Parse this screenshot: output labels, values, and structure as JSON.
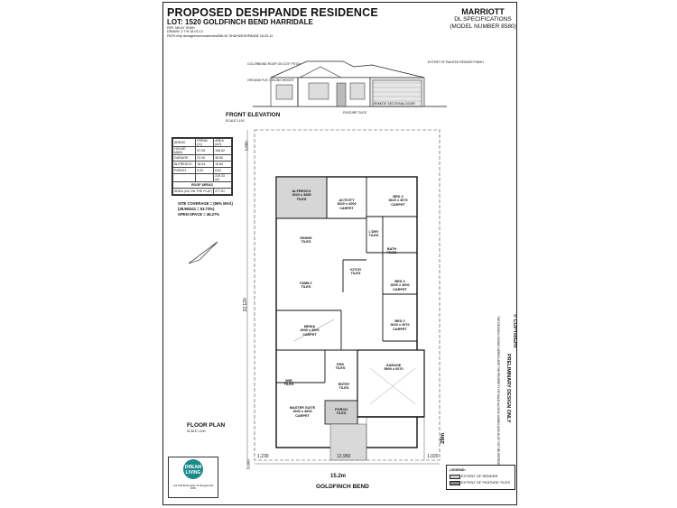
{
  "header": {
    "title": "PROPOSED DESHPANDE RESIDENCE",
    "lot": "LOT: 1520 GOLDFINCH BEND HARRIDALE",
    "ref_lines": [
      "REF: MILAY SHAH",
      "DRAWN: Z  T/H 18-03-12",
      "PATH:\\\\hip dsn\\sgnhoke\\snake\\new\\MILAY SHAH\\DESHPANDE 18-03-12"
    ]
  },
  "brand": {
    "name": "MARRIOTT",
    "spec": "DL SPECIFICATIONS",
    "model": "(MODEL NUMBER 8580)"
  },
  "elevation": {
    "title": "FRONT ELEVATION",
    "scale": "SCALE 1:100",
    "notes": [
      "COLORBOND ROOF ON 22.5° PITCH",
      "GROUND FLR: CEILING HEIGHT",
      "EXTENT OF PAINTED RENDER FINISH",
      "REMOTE SECTIONAL DOOR",
      "FEATURE TILES"
    ]
  },
  "floor_plan": {
    "title": "FLOOR PLAN",
    "scale": "SCALE 1:100",
    "rooms": [
      {
        "name": "ALFRESCO",
        "size": "4020 x 3680",
        "finish": "TILES"
      },
      {
        "name": "ACTIVITY",
        "size": "3620 x 4000",
        "finish": "CARPET"
      },
      {
        "name": "BED 4",
        "size": "3620 x 3070",
        "finish": "CARPET"
      },
      {
        "name": "DINING",
        "size": "",
        "finish": "TILES"
      },
      {
        "name": "BATH",
        "size": "",
        "finish": "TILES"
      },
      {
        "name": "L'DRY",
        "size": "",
        "finish": "TILES"
      },
      {
        "name": "KITCH",
        "size": "",
        "finish": "TILES"
      },
      {
        "name": "FAMILY",
        "size": "",
        "finish": "TILES"
      },
      {
        "name": "BED 3",
        "size": "3000 x 3000",
        "finish": "CARPET"
      },
      {
        "name": "BED 2",
        "size": "3620 x 3070",
        "finish": "CARPET"
      },
      {
        "name": "MEDIA",
        "size": "4000 x 3600",
        "finish": "CARPET"
      },
      {
        "name": "ENS",
        "size": "",
        "finish": "TILES"
      },
      {
        "name": "GARAGE",
        "size": "5900 x 6070",
        "finish": ""
      },
      {
        "name": "ENTRY",
        "size": "",
        "finish": "TILES"
      },
      {
        "name": "WIR",
        "size": "",
        "finish": "TILES"
      },
      {
        "name": "MASTER SUITE",
        "size": "4000 x 4600",
        "finish": "CARPET"
      },
      {
        "name": "PORCH",
        "size": "",
        "finish": "TILES"
      }
    ],
    "dims": {
      "left": "22,120",
      "bottom_left": "1,230",
      "bottom_mid": "12,950",
      "bottom_right": "1,020",
      "frontage": "15.2m",
      "depth_right": "29m",
      "setback": "3,000",
      "top": "3,880"
    },
    "street": "GOLDFINCH BEND"
  },
  "areas_table": {
    "title": "AREAS",
    "columns": [
      "",
      "PERIM (m)",
      "AREA (m2)"
    ],
    "rows": [
      [
        "HOUSE MAIN",
        "57.05",
        "158.62"
      ],
      [
        "GARAGE",
        "22.00",
        "38.50"
      ],
      [
        "ALFRESCO",
        "16.04",
        "15.60"
      ],
      [
        "PORCH",
        "9.00",
        "6.61"
      ],
      [
        "",
        "",
        "219.33 m2"
      ]
    ],
    "roof_label": "ROOF AREAS",
    "roof_row": [
      "AREA (m2 ON THE FLAT)",
      "277.51"
    ]
  },
  "coverage": {
    "site": "SITE COVERAGE = (55% MAX)",
    "calc": "(38.96/441 = 53.73%)",
    "open": "OPEN SPACE = 46.27%"
  },
  "side_notes": {
    "copyright": "© COPYRIGHT",
    "preliminary": "PRELIMINARY DESIGN ONLY",
    "disclaimer": "THE DESIGNS SHOWN HEREIN ARE THE PROPERTY OF DALE ALCOCK HOMES AND MUST NOT BE REPRODUCED"
  },
  "logo": {
    "line1": "DREAM",
    "line2": "LIVING",
    "address": "Unit 1/38 Buckingham Dr Wangara WA 6065"
  },
  "legend": {
    "title": "LEGEND:",
    "items": [
      "EXTENT OF RENDER",
      "EXTENT OF FEATURE TILES"
    ]
  }
}
